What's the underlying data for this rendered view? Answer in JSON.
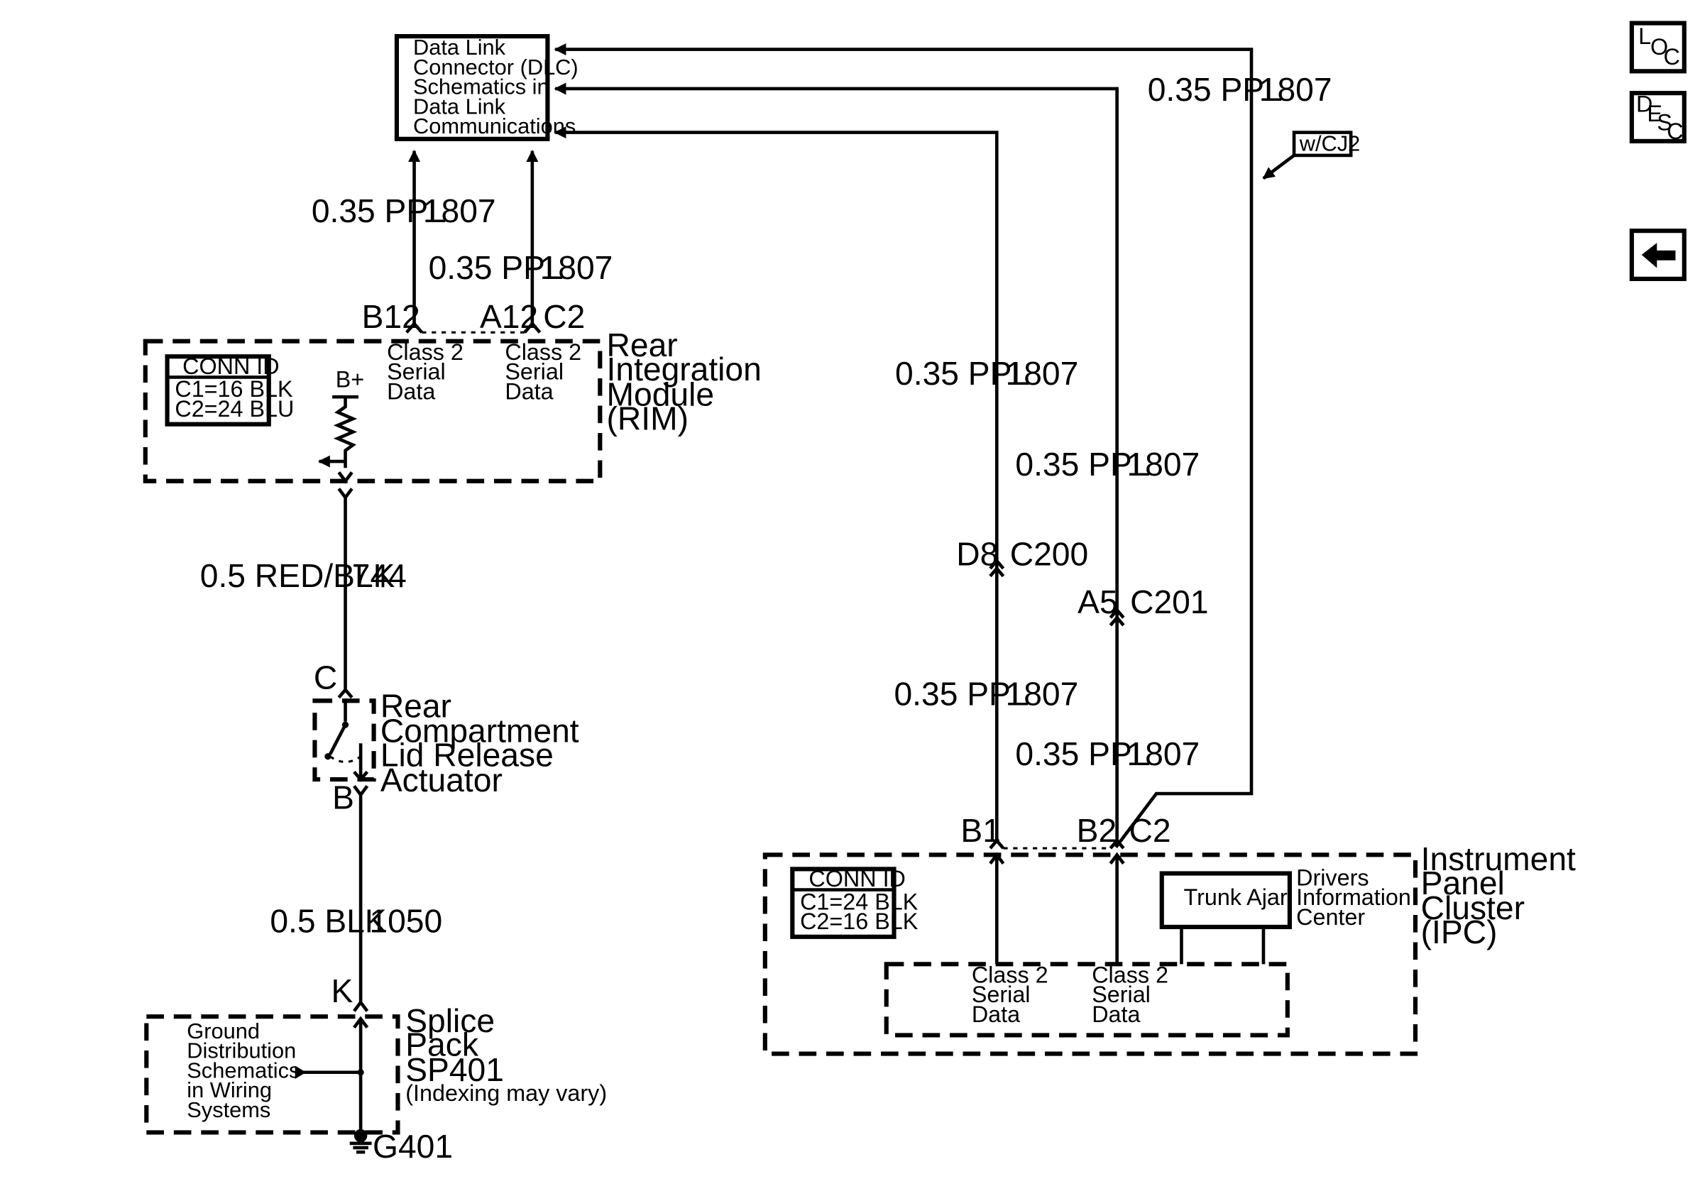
{
  "dlc": {
    "lines": [
      "Data Link",
      "Connector (DLC)",
      "Schematics in",
      "Data Link",
      "Communications"
    ]
  },
  "nav": {
    "loc": {
      "a": "L",
      "b": "O",
      "c": "C"
    },
    "desc": {
      "a": "D",
      "b": "E",
      "c": "S",
      "d": "C"
    }
  },
  "wires": {
    "ppl_gauge": "0.35 PPL",
    "ppl_circuit": "1807",
    "red_blk_gauge": "0.5 RED/BLK",
    "red_blk_circuit": "744",
    "blk_gauge": "0.5 BLK",
    "blk_circuit": "1050"
  },
  "option_tag": "w/CJ2",
  "rim": {
    "name_lines": [
      "Rear",
      "Integration",
      "Module",
      "(RIM)"
    ],
    "conn_title": "CONN ID",
    "conn_lines": [
      "C1=16 BLK",
      "C2=24 BLU"
    ],
    "pin_b12": "B12",
    "pin_a12": "A12",
    "pin_c2": "C2",
    "serial_lines": [
      "Class 2",
      "Serial",
      "Data"
    ],
    "bplus": "B+"
  },
  "actuator": {
    "name_lines": [
      "Rear",
      "Compartment",
      "Lid Release",
      "Actuator"
    ],
    "pin_c": "C",
    "pin_b": "B"
  },
  "splice": {
    "pin_k": "K",
    "name_lines": [
      "Splice",
      "Pack",
      "SP401"
    ],
    "note": "(Indexing may vary)",
    "ground_lines": [
      "Ground",
      "Distribution",
      "Schematics",
      "in Wiring",
      "Systems"
    ],
    "ground_id": "G401"
  },
  "inline": {
    "d8": "D8",
    "c200": "C200",
    "a5": "A5",
    "c201": "C201"
  },
  "ipc": {
    "name_lines": [
      "Instrument",
      "Panel",
      "Cluster",
      "(IPC)"
    ],
    "conn_title": "CONN ID",
    "conn_lines": [
      "C1=24 BLK",
      "C2=16 BLK"
    ],
    "pin_b1": "B1",
    "pin_b2": "B2",
    "pin_c2": "C2",
    "serial_lines": [
      "Class 2",
      "Serial",
      "Data"
    ],
    "trunk_ajar": "Trunk Ajar",
    "dic_lines": [
      "Drivers",
      "Information",
      "Center"
    ]
  }
}
